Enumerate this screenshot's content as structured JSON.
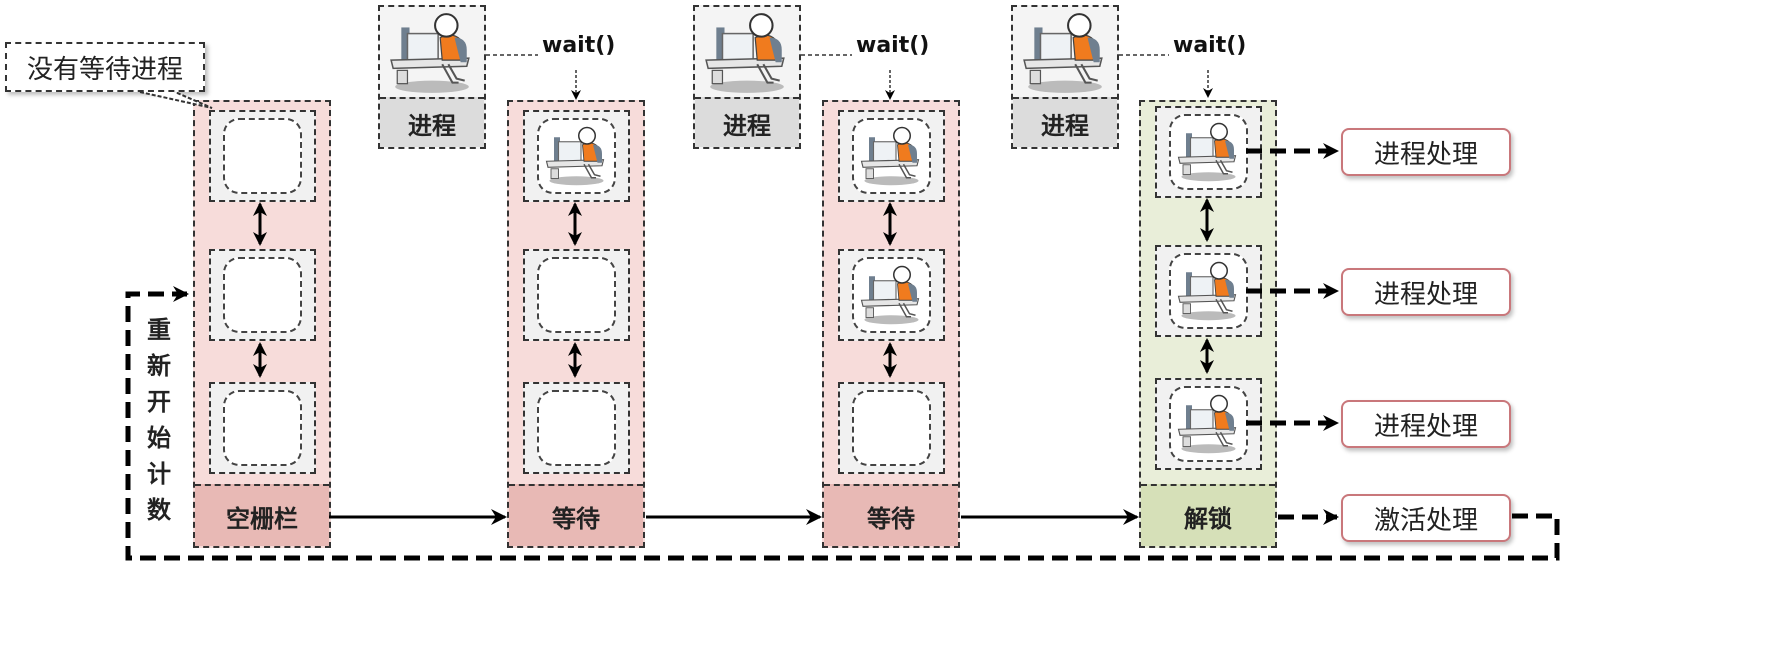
{
  "callout": {
    "text": "没有等待进程"
  },
  "restart_label": [
    "重",
    "新",
    "开",
    "始",
    "计",
    "数"
  ],
  "process_boxes": [
    {
      "label": "进程",
      "icon": "worker-at-desk-icon",
      "call": "wait()"
    },
    {
      "label": "进程",
      "icon": "worker-at-desk-icon",
      "call": "wait()"
    },
    {
      "label": "进程",
      "icon": "worker-at-desk-icon",
      "call": "wait()"
    }
  ],
  "columns": [
    {
      "label": "空栅栏",
      "state": "empty",
      "color": "#f7dcda",
      "label_color": "#e8b9b5",
      "slots": [
        false,
        false,
        false
      ]
    },
    {
      "label": "等待",
      "state": "waiting",
      "color": "#f7dcda",
      "label_color": "#e8b9b5",
      "slots": [
        true,
        false,
        false
      ]
    },
    {
      "label": "等待",
      "state": "waiting",
      "color": "#f7dcda",
      "label_color": "#e8b9b5",
      "slots": [
        true,
        true,
        false
      ]
    },
    {
      "label": "解锁",
      "state": "unlocked",
      "color": "#e9eed9",
      "label_color": "#d6e0b8",
      "slots": [
        true,
        true,
        true
      ]
    }
  ],
  "results": [
    {
      "label": "进程处理"
    },
    {
      "label": "进程处理"
    },
    {
      "label": "进程处理"
    },
    {
      "label": "激活处理"
    }
  ]
}
